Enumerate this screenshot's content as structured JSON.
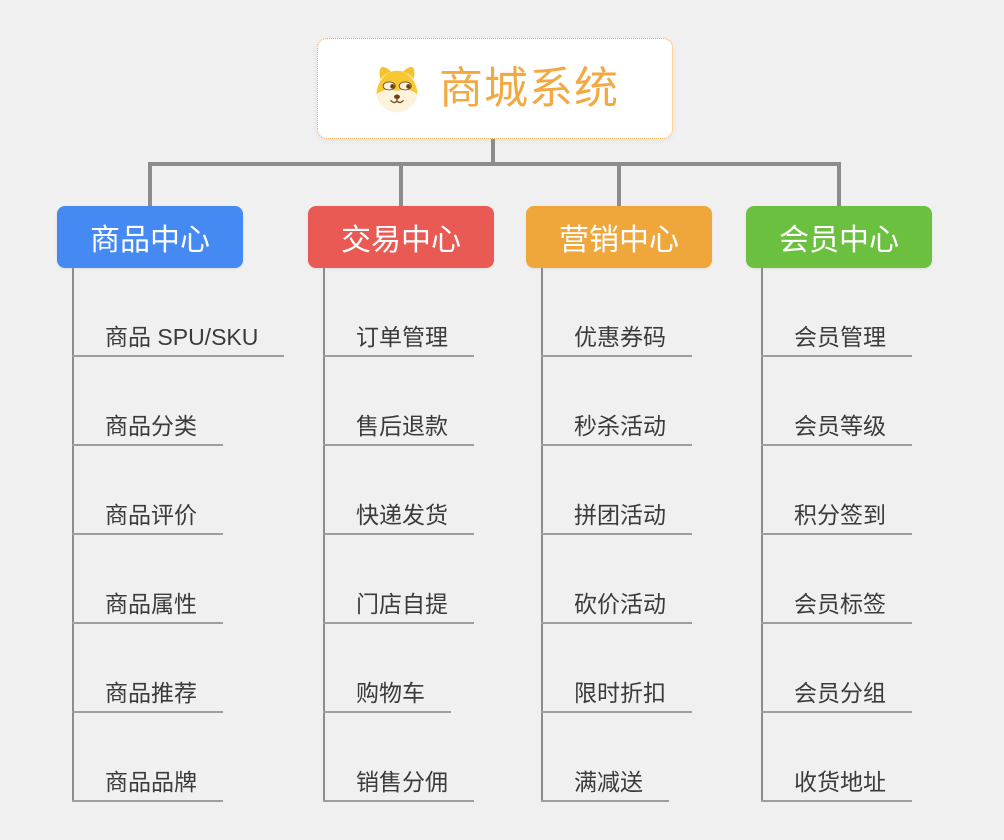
{
  "canvas": {
    "background": "#f0f0f0",
    "connector_color": "#8c8c8c",
    "leaf_line_color": "#9e9e9e",
    "leaf_text_color": "#3b3b3b"
  },
  "root": {
    "title": "商城系统",
    "accent_color": "#f2a943",
    "icon": "dog-face-icon"
  },
  "branches": [
    {
      "label": "商品中心",
      "color": "#4589f2",
      "children": [
        "商品 SPU/SKU",
        "商品分类",
        "商品评价",
        "商品属性",
        "商品推荐",
        "商品品牌"
      ]
    },
    {
      "label": "交易中心",
      "color": "#e95a54",
      "children": [
        "订单管理",
        "售后退款",
        "快递发货",
        "门店自提",
        "购物车",
        "销售分佣"
      ]
    },
    {
      "label": "营销中心",
      "color": "#efa73c",
      "children": [
        "优惠券码",
        "秒杀活动",
        "拼团活动",
        "砍价活动",
        "限时折扣",
        "满减送"
      ]
    },
    {
      "label": "会员中心",
      "color": "#6bc13f",
      "children": [
        "会员管理",
        "会员等级",
        "积分签到",
        "会员标签",
        "会员分组",
        "收货地址"
      ]
    }
  ]
}
